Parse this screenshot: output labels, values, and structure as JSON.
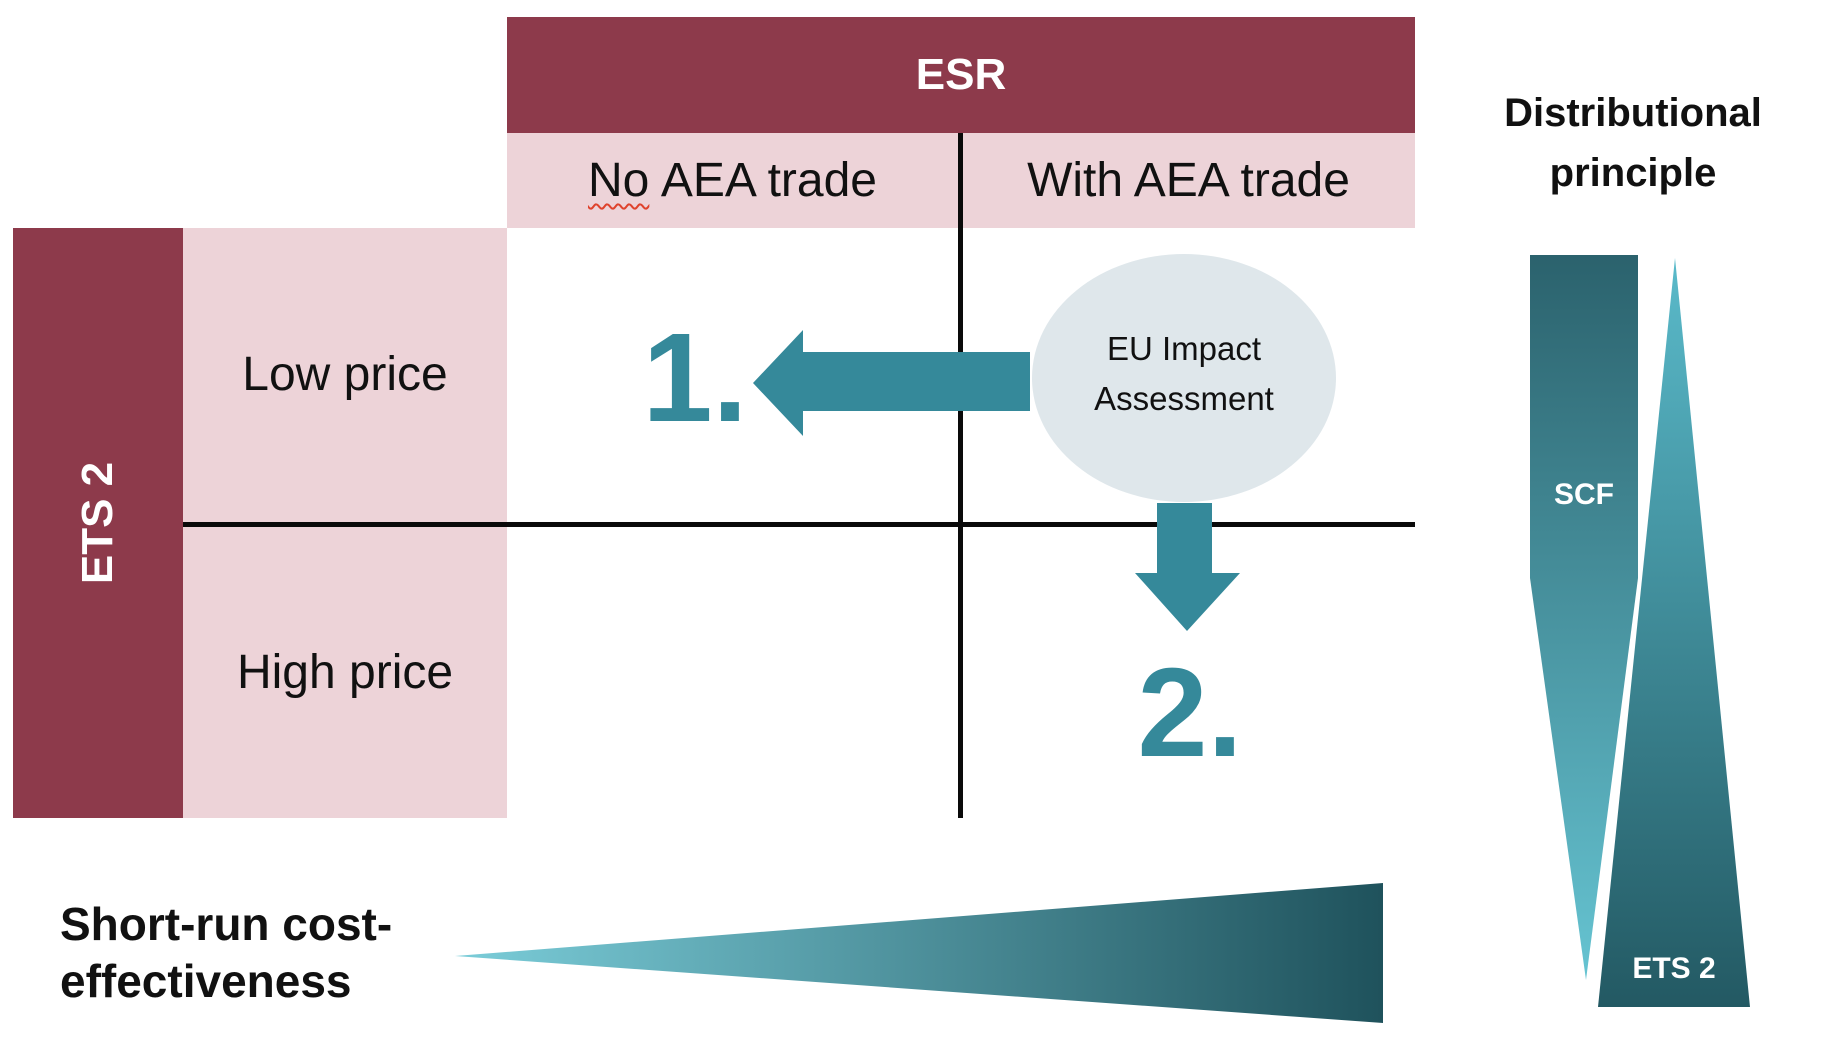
{
  "matrix": {
    "column_group_title": "ESR",
    "row_group_title": "ETS 2",
    "column_headers": {
      "no_word": "No",
      "no_rest": "AEA trade",
      "with_trade": "With AEA trade"
    },
    "row_headers": {
      "top": "Low price",
      "bottom": "High price"
    },
    "cells": {
      "option1": "1.",
      "option2": "2."
    }
  },
  "annotation": {
    "line1": "EU Impact",
    "line2": "Assessment"
  },
  "bottom_axis": {
    "line1": "Short-run cost-",
    "line2": "effectiveness"
  },
  "right_axis": {
    "title_line1": "Distributional",
    "title_line2": "principle",
    "scf_label": "SCF",
    "ets2_label": "ETS 2"
  },
  "colors": {
    "maroon": "#8D3A4B",
    "pink": "#EDD3D8",
    "teal": "#35899A",
    "panel_cyan": "#D0EBF2",
    "bubble_gray": "#DFE7EB",
    "gradient_dark": "#1F525C",
    "gradient_light": "#6FC8D5",
    "spellcheck_red": "#df432d",
    "line_black": "#0a0a0a"
  }
}
